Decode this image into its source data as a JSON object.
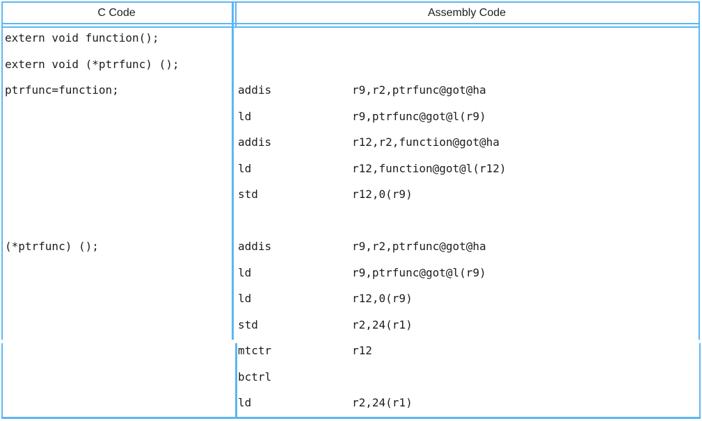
{
  "table": {
    "border_color": "#5bb7f2",
    "text_color": "#1c1c1c",
    "headers": {
      "c": "C Code",
      "assembly": "Assembly Code"
    },
    "c_code": {
      "lines": [
        "extern void function();",
        "extern void (*ptrfunc) ();",
        "ptrfunc=function;",
        "",
        "",
        "",
        "",
        "",
        "(*ptrfunc) ();"
      ]
    },
    "assembly": {
      "lines": [
        {
          "op": "",
          "args": ""
        },
        {
          "op": "",
          "args": ""
        },
        {
          "op": "addis",
          "args": "r9,r2,ptrfunc@got@ha"
        },
        {
          "op": "ld",
          "args": "r9,ptrfunc@got@l(r9)"
        },
        {
          "op": "addis",
          "args": "r12,r2,function@got@ha"
        },
        {
          "op": "ld",
          "args": "r12,function@got@l(r12)"
        },
        {
          "op": "std",
          "args": "r12,0(r9)"
        },
        {
          "op": "",
          "args": ""
        },
        {
          "op": "addis",
          "args": "r9,r2,ptrfunc@got@ha"
        },
        {
          "op": "ld",
          "args": "r9,ptrfunc@got@l(r9)"
        },
        {
          "op": "ld",
          "args": "r12,0(r9)"
        },
        {
          "op": "std",
          "args": "r2,24(r1)"
        },
        {
          "op": "mtctr",
          "args": "r12"
        },
        {
          "op": "bctrl",
          "args": ""
        },
        {
          "op": "ld",
          "args": "r2,24(r1)"
        }
      ]
    }
  }
}
